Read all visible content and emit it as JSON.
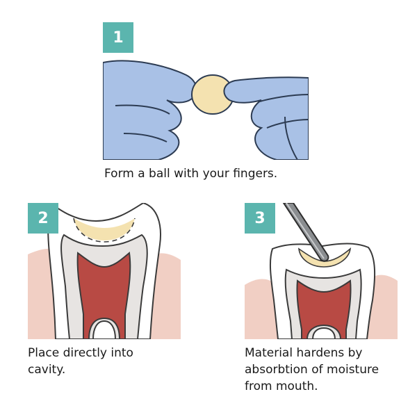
{
  "colors": {
    "badge": "#5bb5ae",
    "glove": "#a9c1e6",
    "glove_outline": "#2c3b52",
    "material": "#f4e2b0",
    "gum": "#f1cfc4",
    "enamel": "#ffffff",
    "dentin": "#e7e4e2",
    "pulp": "#b84a44",
    "instrument": "#8a8d90"
  },
  "steps": [
    {
      "number": "1",
      "caption": "Form a ball with your fingers."
    },
    {
      "number": "2",
      "caption": "Place directly into cavity."
    },
    {
      "number": "3",
      "caption": "Material hardens by absorbtion of moisture from mouth."
    }
  ]
}
